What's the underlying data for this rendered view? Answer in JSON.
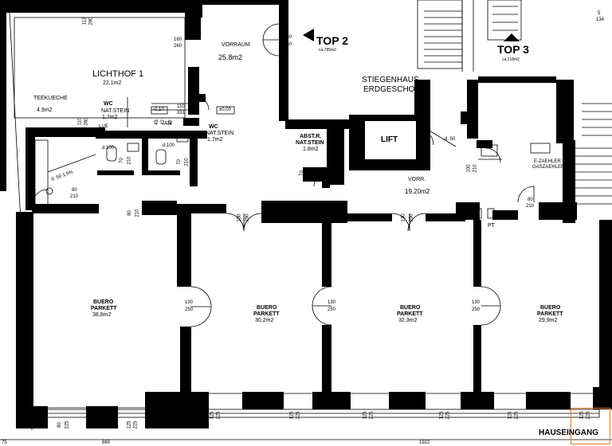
{
  "rooms": {
    "lichthof": {
      "name": "LICHTHOF 1",
      "area": "22,1m2"
    },
    "vorraum": {
      "name": "VORRAUM",
      "area": "25.8m2"
    },
    "teekueche": {
      "name": "TEEKUECHE",
      "area": "4.9m2"
    },
    "wc1": {
      "name": "WC",
      "floor": "NAT.STEIN",
      "area": "1.7m2"
    },
    "wc2": {
      "name": "WC",
      "floor": "NAT.STEIN",
      "area": "1.7m2"
    },
    "abst": {
      "name": "ABST.R.",
      "floor": "NAT.STEIN",
      "area": "1.8m2"
    },
    "lift": {
      "name": "LIFT"
    },
    "stiegenhaus": {
      "line1": "STIEGENHAUS",
      "line2": "ERDGESCHOSS"
    },
    "vorr": {
      "name": "VORR.",
      "area": "19.20m2"
    },
    "zaehler": {
      "line1": "E-ZAEHLER",
      "line2": "GASZAEHLER"
    },
    "buero1": {
      "name": "BUERO",
      "floor": "PARKETT",
      "area": "38,8m2"
    },
    "buero2": {
      "name": "BUERO",
      "floor": "PARKETT",
      "area": "30,2m2"
    },
    "buero3": {
      "name": "BUERO",
      "floor": "PARKETT",
      "area": "32,3m2"
    },
    "buero4": {
      "name": "BUERO",
      "floor": "PARKETT",
      "area": "29,9m2"
    }
  },
  "tops": {
    "top2": {
      "name": "TOP 2",
      "area": "ca.785m2"
    },
    "top3": {
      "name": "TOP 3",
      "area": "ca.218m2"
    }
  },
  "entrance": "HAUSEINGANG",
  "elevations": {
    "e1": "-0,10",
    "e2": "±0,00"
  },
  "marks": {
    "ar": "AR",
    "pt": "PT",
    "lue1": "LUE",
    "lue2": "LUE",
    "d100a": "d.100",
    "d100b": "d.100",
    "d100c": "d.100",
    "d50a": "d. 50  1.5%",
    "d50b": "d. 50"
  },
  "dims": {
    "d1": "112",
    "d2": "280",
    "d3": "160",
    "d4": "260",
    "d5": "130",
    "d6": "250",
    "d7": "110",
    "d8": "331",
    "d9": "110",
    "d10": "260",
    "d11": "80",
    "d12": "210",
    "d13": "80",
    "d14": "210",
    "d15": "70",
    "d16": "210",
    "d17": "70",
    "d18": "210",
    "d19": "80",
    "d20": "210",
    "d21": "130",
    "d22": "250",
    "d23": "130",
    "d24": "250",
    "d25": "130",
    "d26": "250",
    "d27": "130",
    "d28": "250",
    "d29": "130",
    "d30": "250",
    "d31": "130",
    "d32": "250",
    "d33": "80",
    "d34": "225",
    "d35": "125",
    "d36": "225",
    "d37": "125",
    "d38": "225",
    "d39": "125",
    "d40": "225",
    "d41": "125",
    "d42": "225",
    "d43": "125",
    "d44": "225",
    "d45": "125",
    "d46": "225",
    "d47": "125",
    "d48": "225",
    "d49": "80",
    "d50": "210",
    "d51": "5",
    "d52": "134",
    "d53": "100",
    "d54": "210",
    "d55": "70",
    "d56": "210",
    "d57": "75",
    "d58": "660",
    "d59": "1922",
    "d60": "90",
    "d61": "210",
    "d62": "50",
    "d63": "45",
    "d64": "42",
    "d65": "47",
    "d66": "40"
  }
}
